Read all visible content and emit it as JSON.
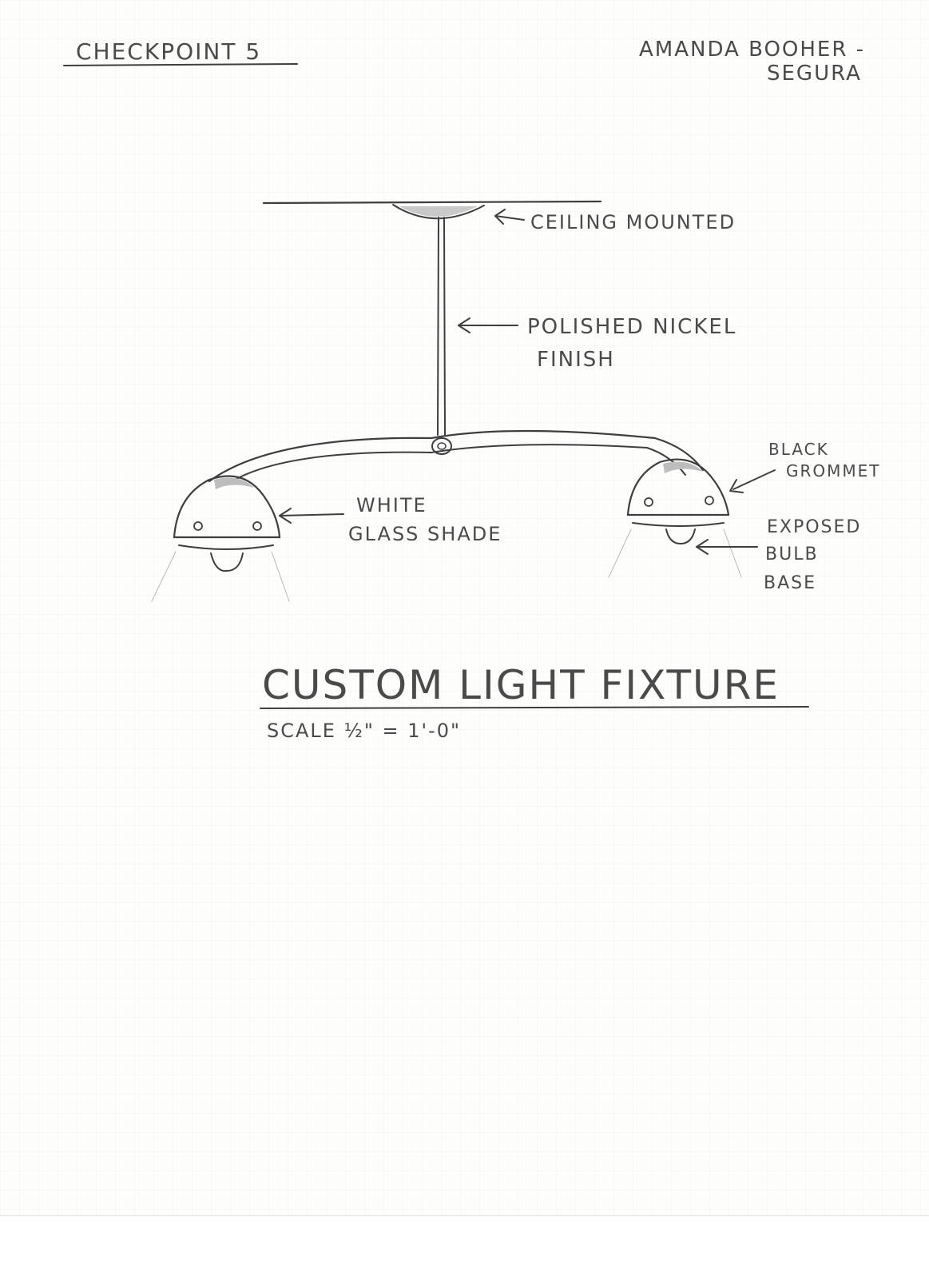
{
  "header": {
    "checkpoint": "CHECKPOINT 5",
    "author_line1": "AMANDA BOOHER -",
    "author_line2": "SEGURA"
  },
  "callouts": {
    "ceiling": "CEILING MOUNTED",
    "finish_line1": "POLISHED NICKEL",
    "finish_line2": "FINISH",
    "grommet_line1": "BLACK",
    "grommet_line2": "GROMMET",
    "shade_line1": "WHITE",
    "shade_line2": "GLASS SHADE",
    "bulb_line1": "EXPOSED",
    "bulb_line2": "BULB",
    "bulb_line3": "BASE"
  },
  "title": {
    "main": "CUSTOM LIGHT FIXTURE",
    "scale": "SCALE ½\" = 1'-0\""
  },
  "colors": {
    "pencil": "#3e3e3e",
    "paper": "#fdfdfc"
  }
}
